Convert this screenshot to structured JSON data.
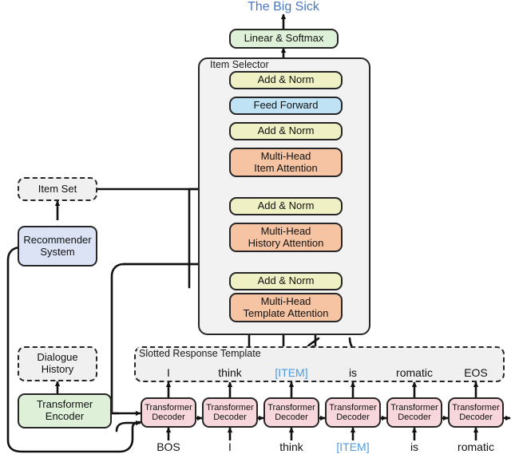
{
  "figure": {
    "output_token": "The Big Sick",
    "output_color": "#4a78c2"
  },
  "top": {
    "linear_softmax": "Linear & Softmax"
  },
  "item_selector": {
    "group_label": "Item Selector",
    "layers": [
      {
        "id": "add_norm_3",
        "label": "Add & Norm",
        "color": "#eff0c3"
      },
      {
        "id": "feed_forward",
        "label": "Feed Forward",
        "color": "#bfe3f5"
      },
      {
        "id": "add_norm_2",
        "label": "Add & Norm",
        "color": "#eff0c3"
      },
      {
        "id": "item_attention",
        "line1": "Multi-Head",
        "line2": "Item Attention",
        "color": "#f6c4a3"
      },
      {
        "id": "add_norm_1",
        "label": "Add & Norm",
        "color": "#eff0c3"
      },
      {
        "id": "history_attention",
        "line1": "Multi-Head",
        "line2": "History Attention",
        "color": "#f6c4a3"
      },
      {
        "id": "add_norm_0",
        "label": "Add & Norm",
        "color": "#eff0c3"
      },
      {
        "id": "template_attention",
        "line1": "Multi-Head",
        "line2": "Template Attention",
        "color": "#f6c4a3"
      }
    ]
  },
  "left_column": {
    "item_set": "Item Set",
    "recommender_line1": "Recommender",
    "recommender_line2": "System",
    "dialogue_line1": "Dialogue",
    "dialogue_line2": "History",
    "encoder_line1": "Transformer",
    "encoder_line2": "Encoder",
    "recommender_color": "#dbe3f4",
    "encoder_color": "#dff0d8"
  },
  "template": {
    "group_label": "Slotted Response Template",
    "tokens": [
      {
        "text": "I",
        "slot": false
      },
      {
        "text": "think",
        "slot": false
      },
      {
        "text": "[ITEM]",
        "slot": true
      },
      {
        "text": "is",
        "slot": false
      },
      {
        "text": "romatic",
        "slot": false
      },
      {
        "text": "EOS",
        "slot": false
      }
    ],
    "slot_color": "#4a9ae0"
  },
  "decoders": {
    "box_color": "#f7d7dc",
    "cells": [
      {
        "line1": "Transformer",
        "line2": "Decoder",
        "input": "BOS",
        "input_slot": false
      },
      {
        "line1": "Transformer",
        "line2": "Decoder",
        "input": "I",
        "input_slot": false
      },
      {
        "line1": "Transformer",
        "line2": "Decoder",
        "input": "think",
        "input_slot": false
      },
      {
        "line1": "Transformer",
        "line2": "Decoder",
        "input": "[ITEM]",
        "input_slot": true
      },
      {
        "line1": "Transformer",
        "line2": "Decoder",
        "input": "is",
        "input_slot": false
      },
      {
        "line1": "Transformer",
        "line2": "Decoder",
        "input": "romatic",
        "input_slot": false
      }
    ]
  }
}
